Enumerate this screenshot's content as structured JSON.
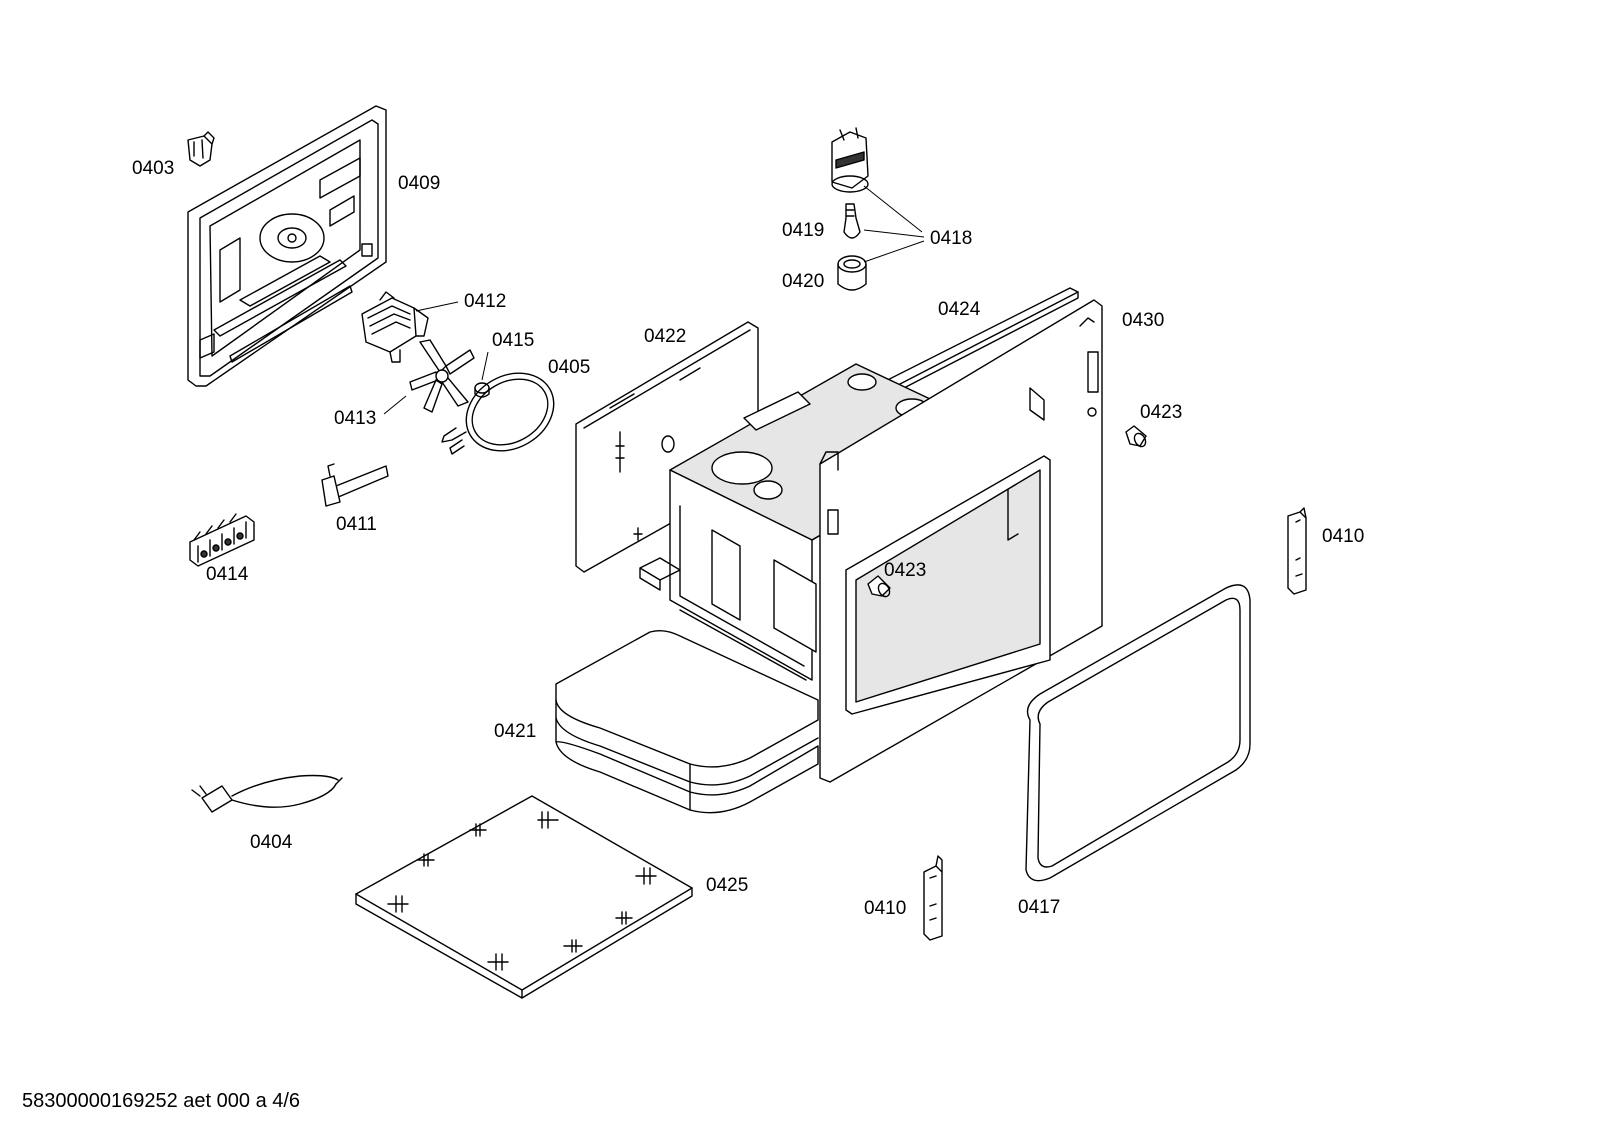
{
  "diagram": {
    "labels": {
      "p0403": "0403",
      "p0409": "0409",
      "p0412": "0412",
      "p0413": "0413",
      "p0415": "0415",
      "p0405": "0405",
      "p0411": "0411",
      "p0414": "0414",
      "p0404": "0404",
      "p0425": "0425",
      "p0421": "0421",
      "p0422": "0422",
      "p0424": "0424",
      "p0430": "0430",
      "p0418": "0418",
      "p0419": "0419",
      "p0420": "0420",
      "p0423a": "0423",
      "p0423b": "0423",
      "p0410a": "0410",
      "p0410b": "0410",
      "p0417": "0417"
    },
    "footer": "58300000169252 aet 000 a 4/6"
  }
}
